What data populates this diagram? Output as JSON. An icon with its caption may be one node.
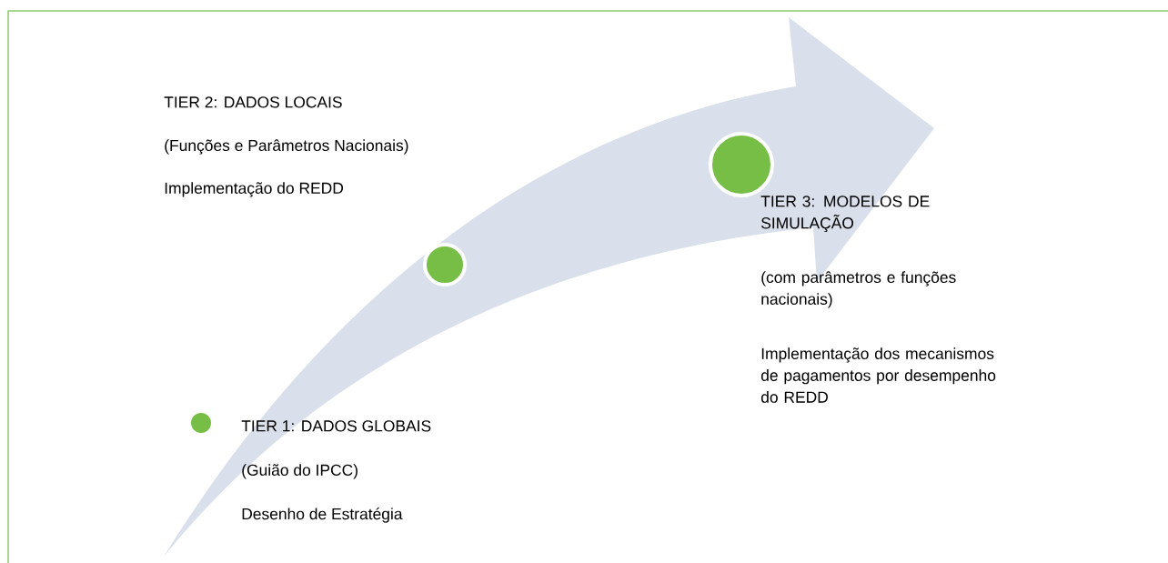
{
  "diagram": {
    "nodes": [
      {
        "text": [],
        "shape": "circle",
        "beside": [
          "TIER 1: DADOS GLOBAIS",
          "(Guião do IPCC)",
          "Desenho de Estratégia"
        ]
      },
      {
        "text": [],
        "shape": "circle",
        "beside": [
          "TIER 2: DADOS LOCAIS",
          "(Funções e Parâmetros Nacionais)",
          "Implementação do REDD"
        ]
      },
      {
        "text": [],
        "shape": "circle",
        "beside": [
          "TIER 3: MODELOS DE SIMULAÇÃO",
          "(com parâmetros e funções nacionais)",
          "Implementação dos mecanismos de pagamentos por desempenho do REDD"
        ]
      }
    ]
  }
}
